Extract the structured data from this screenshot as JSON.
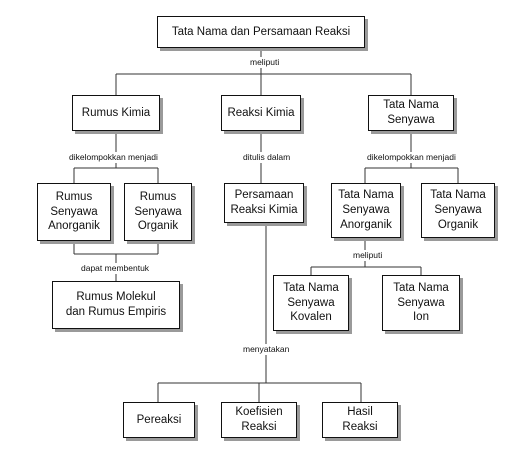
{
  "nodes": {
    "root": "Tata Nama dan Persamaan Reaksi",
    "rumus_kimia": "Rumus Kimia",
    "reaksi_kimia": "Reaksi Kimia",
    "tata_nama_senyawa": "Tata Nama\nSenyawa",
    "rumus_anorganik": "Rumus\nSenyawa\nAnorganik",
    "rumus_organik": "Rumus\nSenyawa\nOrganik",
    "persamaan_reaksi": "Persamaan\nReaksi Kimia",
    "tn_anorganik": "Tata Nama\nSenyawa\nAnorganik",
    "tn_organik": "Tata Nama\nSenyawa\nOrganik",
    "rumus_molekul": "Rumus Molekul\ndan Rumus Empiris",
    "tn_kovalen": "Tata Nama\nSenyawa\nKovalen",
    "tn_ion": "Tata Nama\nSenyawa\nIon",
    "pereaksi": "Pereaksi",
    "koefisien": "Koefisien\nReaksi",
    "hasil": "Hasil\nReaksi"
  },
  "labels": {
    "meliputi_top": "meliputi",
    "dikelompokkan_left": "dikelompokkan menjadi",
    "ditulis": "ditulis dalam",
    "dikelompokkan_right": "dikelompokkan menjadi",
    "dapat_membentuk": "dapat membentuk",
    "meliputi_right": "meliputi",
    "menyatakan": "menyatakan"
  }
}
